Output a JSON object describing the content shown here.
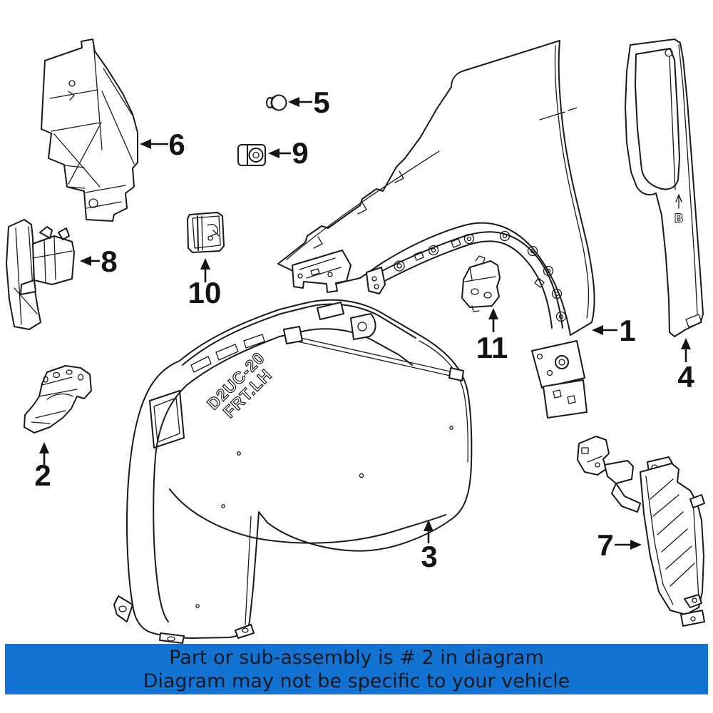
{
  "page": {
    "background_color": "#ffffff"
  },
  "diagram": {
    "line_color": "#1a1a1a",
    "callouts": [
      {
        "number": "1"
      },
      {
        "number": "2"
      },
      {
        "number": "3"
      },
      {
        "number": "4"
      },
      {
        "number": "5"
      },
      {
        "number": "6"
      },
      {
        "number": "7"
      },
      {
        "number": "8"
      },
      {
        "number": "9"
      },
      {
        "number": "10"
      },
      {
        "number": "11"
      }
    ],
    "liner_marking": {
      "line1": "D2UC-20",
      "line2": "FRT.LH"
    },
    "strip_marking": "B"
  },
  "banner": {
    "line1": "Part or sub-assembly is # 2 in diagram",
    "line2": "Diagram may not be specific to your vehicle",
    "background_color": "#1273d2",
    "text_color": "#121722"
  }
}
